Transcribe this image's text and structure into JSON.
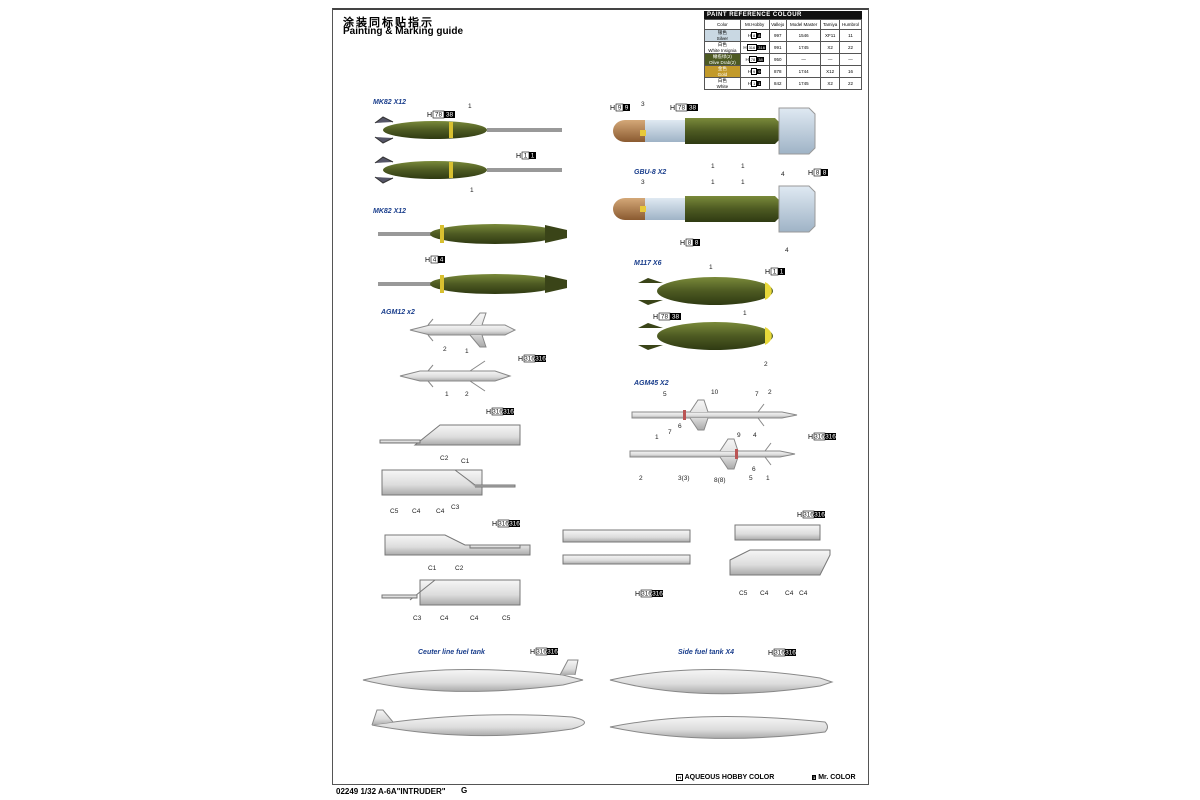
{
  "header": {
    "title_cn": "涂装同标贴指示",
    "title_en": "Painting & Marking guide"
  },
  "paint_table": {
    "caption": "PAINT REFERENCE COLOUR",
    "columns": [
      "Color",
      "Mr.Hobby",
      "Vallejo",
      "Model Master",
      "Tamiya",
      "Humbrol"
    ],
    "rows": [
      {
        "cn": "银色",
        "color": "Silver",
        "bg": "#c9d8e3",
        "fg": "#000",
        "h": "8",
        "m": "8",
        "vallejo": "997",
        "mm": "1546",
        "tamiya": "XF11",
        "humbrol": "11"
      },
      {
        "cn": "白色",
        "color": "White Insignia",
        "bg": "#ffffff",
        "fg": "#000",
        "h": "316",
        "m": "316",
        "vallejo": "991",
        "mm": "1745",
        "tamiya": "X2",
        "humbrol": "22"
      },
      {
        "cn": "橄榄绿(2)",
        "color": "Olive Drab(2)",
        "bg": "#4d5a22",
        "fg": "#fff",
        "h": "78",
        "m": "38",
        "vallejo": "950",
        "mm": "—",
        "tamiya": "—",
        "humbrol": "—"
      },
      {
        "cn": "金色",
        "color": "Gold",
        "bg": "#c29a2a",
        "fg": "#fff",
        "h": "9",
        "m": "9",
        "vallejo": "878",
        "mm": "1744",
        "tamiya": "X12",
        "humbrol": "16"
      },
      {
        "cn": "白色",
        "color": "White",
        "bg": "#ffffff",
        "fg": "#000",
        "h": "1",
        "m": "1",
        "vallejo": "842",
        "mm": "1745",
        "tamiya": "X2",
        "humbrol": "22"
      }
    ]
  },
  "labels": [
    "MK82 X12",
    "GBU-8 X2",
    "MK82 X12",
    "M117 X6",
    "AGM12 x2",
    "AGM45 X2",
    "Ceuter line fuel tank",
    "Side fuel tank X4"
  ],
  "callouts": [
    {
      "h": "78",
      "m": "38"
    },
    {
      "h": "1",
      "m": "1"
    },
    {
      "h": "4",
      "m": "4"
    },
    {
      "h": "316",
      "m": "316"
    },
    {
      "h": "316",
      "m": "316"
    },
    {
      "h": "316",
      "m": "316"
    },
    {
      "h": "9",
      "m": "9"
    },
    {
      "h": "78",
      "m": "38"
    },
    {
      "h": "8",
      "m": "8"
    },
    {
      "h": "8",
      "m": "8"
    },
    {
      "h": "1",
      "m": "1"
    },
    {
      "h": "78",
      "m": "38"
    },
    {
      "h": "316",
      "m": "316"
    },
    {
      "h": "316",
      "m": "316"
    },
    {
      "h": "316",
      "m": "316"
    },
    {
      "h": "316",
      "m": "316"
    },
    {
      "h": "316",
      "m": "316"
    }
  ],
  "numbers": [
    "1",
    "1",
    "2",
    "1",
    "1",
    "2",
    "C2",
    "C1",
    "C5",
    "C4",
    "C4",
    "C3",
    "C1",
    "C2",
    "C3",
    "C4",
    "C4",
    "C5",
    "3",
    "1",
    "1",
    "4",
    "3",
    "1",
    "1",
    "4",
    "1",
    "1",
    "2",
    "5",
    "10",
    "7",
    "2",
    "6",
    "7",
    "1",
    "9",
    "4",
    "2",
    "3(3)",
    "8(8)",
    "6",
    "5",
    "1",
    "C5",
    "C4",
    "C4",
    "C4"
  ],
  "footer": {
    "code": "02249 1/32 A-6A\"INTRUDER\"",
    "page": "G",
    "legend_h": "AQUEOUS HOBBY COLOR",
    "legend_m": "Mr. COLOR",
    "legend_h_icon": "H",
    "legend_m_icon": "1"
  }
}
